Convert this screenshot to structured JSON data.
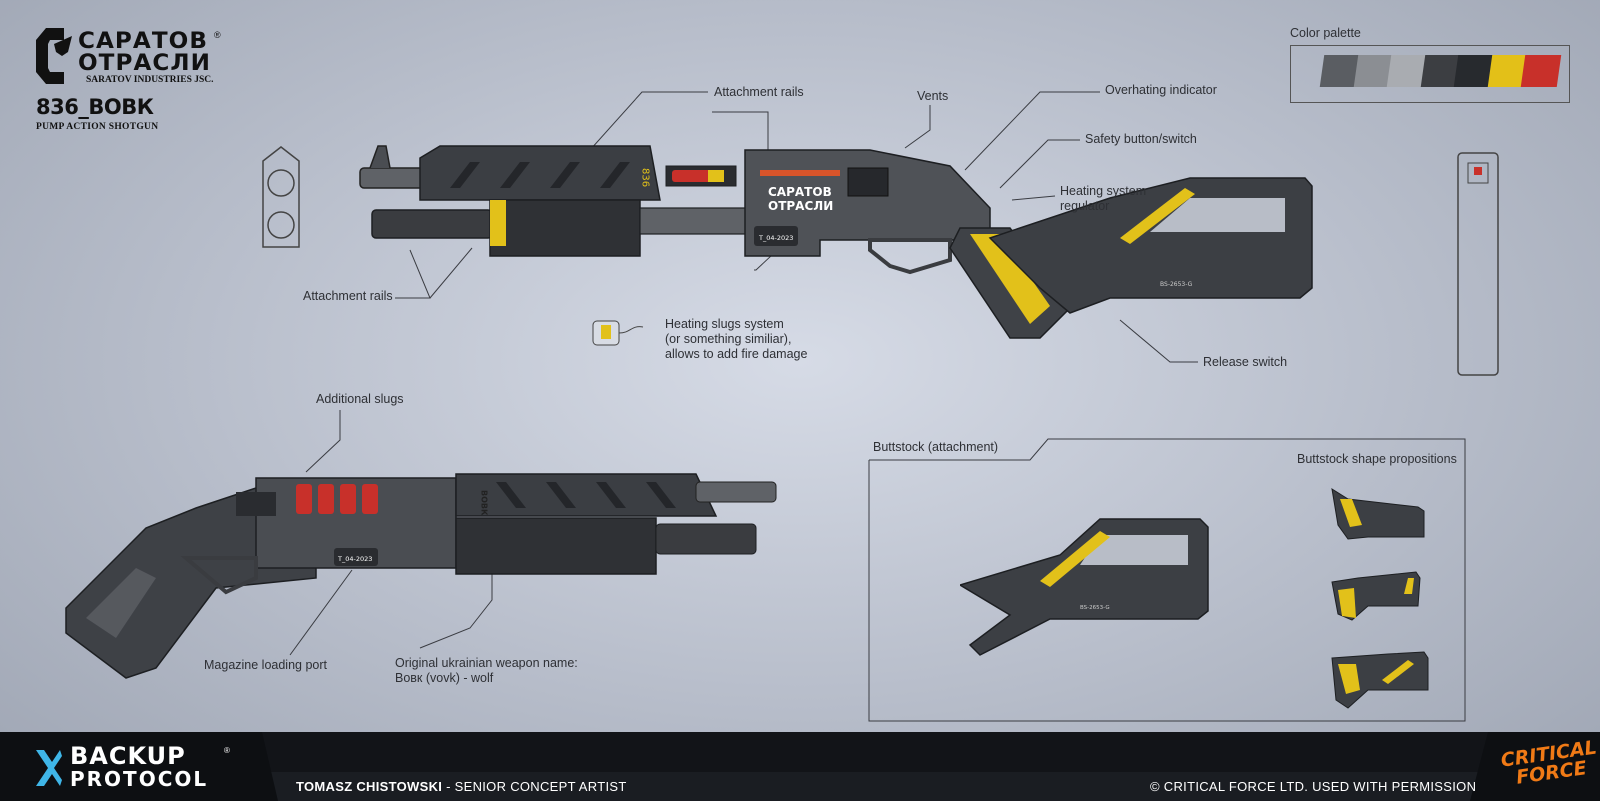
{
  "brand": {
    "logo_line1": "САРАТОВ",
    "logo_line2": "ОТРАСЛИ",
    "registered": "®",
    "company": "SARATOV INDUSTRIES JSC.",
    "model": "836_ВОВК",
    "model_type": "PUMP ACTION SHOTGUN"
  },
  "palette": {
    "title": "Color palette",
    "colors": [
      "#5a5d62",
      "#8b8e93",
      "#a9acb1",
      "#3c3e42",
      "#272a2e",
      "#e3c018",
      "#c8302a"
    ]
  },
  "callouts": {
    "attachment_rails_top": "Attachment rails",
    "vents": "Vents",
    "overheating_indicator": "Overhating indicator",
    "safety_button": "Safety button/switch",
    "heating_regulator_1": "Heating system",
    "heating_regulator_2": "regulator",
    "attachment_rails_bottom": "Attachment rails",
    "heating_slugs_1": "Heating slugs system",
    "heating_slugs_2": "(or something similiar),",
    "heating_slugs_3": "allows to add fire damage",
    "release_switch": "Release switch",
    "additional_slugs": "Additional slugs",
    "magazine_port": "Magazine loading port",
    "original_name_1": "Original ukrainian weapon name:",
    "original_name_2": "Вовк (vovk) - wolf"
  },
  "gun_markings": {
    "side_number": "836",
    "side_logo_1": "САРАТОВ",
    "side_logo_2": "ОТРАСЛИ",
    "stock_serial": "BS-2653-G",
    "slug_label": "T_04-2023",
    "top_label": "ВОВК"
  },
  "buttstock": {
    "title": "Buttstock (attachment)",
    "shapes_title": "Buttstock shape propositions",
    "serial": "BS-2653-G"
  },
  "footer": {
    "game_line1": "BACKUP",
    "game_line2": "PROTOCOL",
    "tm": "®",
    "artist_name": "TOMASZ CHISTOWSKI",
    "artist_role": " - SENIOR CONCEPT ARTIST",
    "copyright": "© CRITICAL FORCE LTD.  USED WITH PERMISSION",
    "studio_line1": "CRITICAL",
    "studio_line2": "FORCE"
  }
}
